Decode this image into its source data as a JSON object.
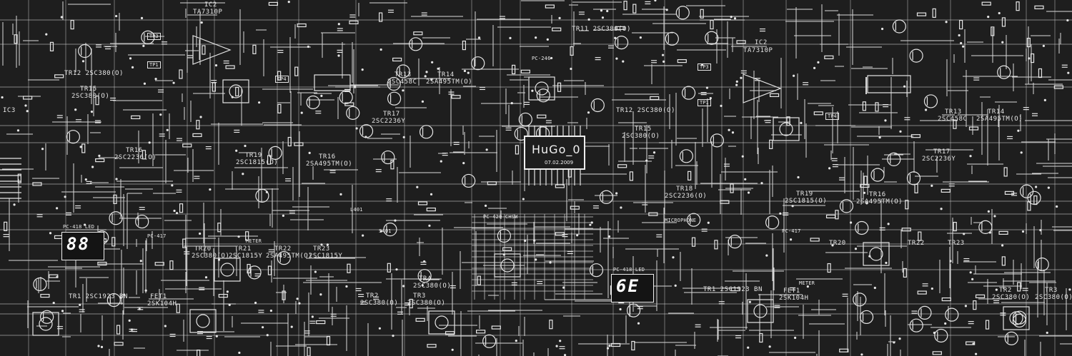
{
  "chip": {
    "name": "HuGo_0",
    "date": "07.02.2009"
  },
  "leds": {
    "left": "88",
    "right": "6E"
  },
  "test_points": [
    "TP3",
    "TP1",
    "TP4",
    "TP3",
    "TP1",
    "TP4"
  ],
  "labels": {
    "ic2_left": "IC2",
    "ic2_left_part": "TA7310P",
    "ic2_right": "IC2",
    "ic2_right_part": "TA7310P",
    "ic3_left": "IC3",
    "tr12_left": "TR12  2SC380(O)",
    "tr15_left": "TR15",
    "tr15_left_part": "2SC380(O)",
    "tr16_left": "TR16",
    "tr16_left_part": "2SC2236(O)",
    "tr19_left": "TR19",
    "tr19_left_part": "2SC1815(O)",
    "tr16b_left": "TR16",
    "tr16b_left_part": "2SA495TM(O)",
    "tr17_left": "TR17",
    "tr17_left_part": "2SC2236Y",
    "tr13_left": "TR13",
    "tr13_left_part": "2SC458C",
    "tr14_left": "TR14",
    "tr14_left_part": "2SA495TM(O)",
    "tr11_mid": "TR11  2SC380(O)",
    "tr12_mid": "TR12  2SC380(O)",
    "tr15_mid": "TR15",
    "tr15_mid_part": "2SC380(O)",
    "tr18_mid": "TR18",
    "tr18_mid_part": "2SC2236(O)",
    "tr19_mid": "TR19",
    "tr19_mid_part": "2SC1815(O)",
    "tr16_mid": "TR16",
    "tr16_mid_part": "2SA495TM(O)",
    "tr13_right": "TR13",
    "tr13_right_part": "2SC458C",
    "tr14_right": "TR14",
    "tr14_right_part": "2SA495TM(O)",
    "tr17_right": "TR17",
    "tr17_right_part": "2SC2236Y",
    "tr20_left": "TR20",
    "tr20_left_part": "2SC380(O)",
    "tr21_left": "TR21",
    "tr21_left_part": "2SC1815Y",
    "tr22_left": "TR22",
    "tr22_left_part": "2SA495TM(O)",
    "tr23_left": "TR23",
    "tr23_left_part": "2SC1815Y",
    "tr1_left": "TR1  2SC1923 BN",
    "fet1_left": "FET1",
    "fet1_left_part": "2SK104H",
    "tr4_mid": "TR4",
    "tr4_mid_part": "2SC380(O)",
    "tr2_mid": "TR2",
    "tr2_mid_part": "2SC380(O)",
    "tr3_mid": "TR3",
    "tr3_mid_part": "2SC380(O)",
    "tr1_right": "TR1  2SC1923 BN",
    "fet1_right": "FET1",
    "fet1_right_part": "2SK104H",
    "tr20_right": "TR20",
    "tr22_right": "TR22",
    "tr23_right": "TR23",
    "tr2_right": "TR2",
    "tr2_right_part": "2SC380(O)",
    "tr3_right": "TR3",
    "tr3_right_part": "2SC380(O)",
    "pc418_left": "PC-418  LED",
    "pc418_right": "PC-418  LED",
    "pc417_left": "PC-417",
    "pc417_right": "PC-417",
    "pc420": "PC-420  CHSW",
    "pc246": "PC-246",
    "meter_left": "METER",
    "meter_right": "METER",
    "microphone": "MICROPHONE",
    "l401": "L401",
    "s401": "S401"
  }
}
